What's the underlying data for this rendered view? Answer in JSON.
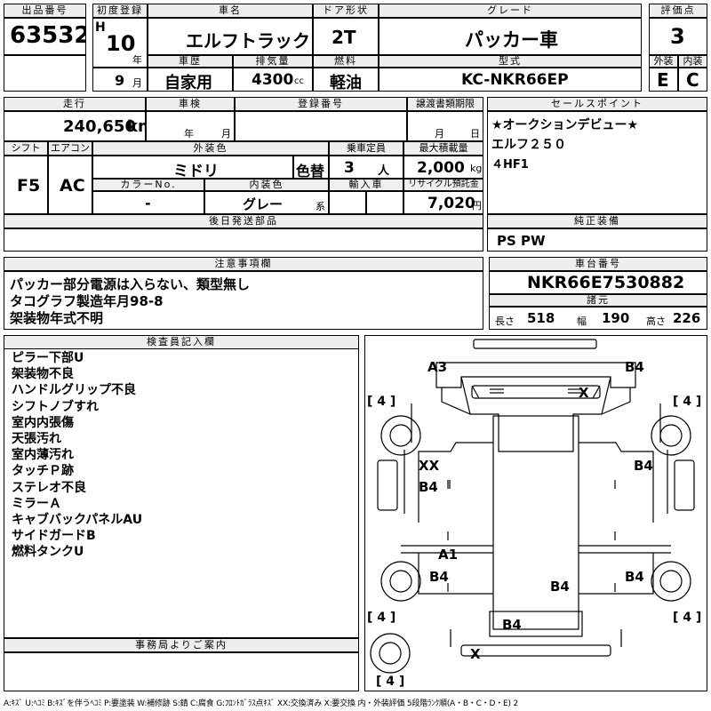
{
  "header": {
    "lot_no_label": "出品番号",
    "lot_no": "63532",
    "first_reg_label": "初度登録",
    "era_letter": "H",
    "year_num": "10",
    "year_unit": "年",
    "month_num": "9",
    "month_unit": "月",
    "car_name_label": "車名",
    "car_name": "エルフトラック",
    "door_label": "ドア形状",
    "door_value": "2T",
    "grade_label": "グレード",
    "grade_value": "パッカー車",
    "score_label": "評価点",
    "score_value": "3",
    "history_label": "車歴",
    "history_value": "自家用",
    "displacement_label": "排気量",
    "displacement_value": "4300",
    "displacement_unit": "cc",
    "fuel_label": "燃料",
    "fuel_value": "軽油",
    "model_label": "型式",
    "model_value": "KC-NKR66EP",
    "exterior_label": "外装",
    "exterior_value": "E",
    "interior_label": "内装",
    "interior_value": "C"
  },
  "row2": {
    "mileage_label": "走行",
    "mileage_value": "240,650",
    "mileage_unit": "km",
    "inspection_label": "車検",
    "inspection_year_unit": "年",
    "inspection_month_unit": "月",
    "regno_label": "登録番号",
    "deadline_label": "譲渡書類期限",
    "deadline_month_unit": "月",
    "deadline_day_unit": "日",
    "shift_label": "シフト",
    "shift_value": "F5",
    "ac_label": "エアコン",
    "ac_value": "AC",
    "ext_color_label": "外装色",
    "ext_color_value": "ミドリ",
    "color_change": "色替",
    "capacity_label": "乗車定員",
    "capacity_value": "3",
    "capacity_unit": "人",
    "load_label": "最大積載量",
    "load_value": "2,000",
    "load_unit": "kg",
    "color_no_label": "カラーNo.",
    "color_no_value": "-",
    "int_color_label": "内装色",
    "int_color_value": "グレー",
    "int_color_unit": "系",
    "import_label": "輸入車",
    "recycle_label": "リサイクル預託金",
    "recycle_value": "7,020",
    "recycle_unit": "円",
    "later_parts_label": "後日発送部品"
  },
  "sales": {
    "label": "セールスポイント",
    "lines": [
      "★オークションデビュー★",
      "エルフ２５０",
      "４HF1"
    ]
  },
  "equipment": {
    "label": "純正装備",
    "value": "PS PW"
  },
  "notes": {
    "label": "注意事項欄",
    "lines": [
      "パッカー部分電源は入らない、類型無し",
      "タコグラフ製造年月98-8",
      "架装物年式不明"
    ]
  },
  "chassis": {
    "label": "車台番号",
    "value": "NKR66E7530882",
    "dims_label": "諸元",
    "length_label": "長さ",
    "length_value": "518",
    "width_label": "幅",
    "width_value": "190",
    "height_label": "高さ",
    "height_value": "226"
  },
  "inspector": {
    "label": "検査員記入欄",
    "lines": [
      "ピラー下部U",
      "架装物不良",
      "ハンドルグリップ不良",
      "シフトノブすれ",
      "室内内張傷",
      "天張汚れ",
      "室内薄汚れ",
      "タッチＰ跡",
      "ステレオ不良",
      "ミラーＡ",
      "キャブバックパネルAU",
      "サイドガードB",
      "燃料タンクU"
    ]
  },
  "office": {
    "label": "事務局よりご案内"
  },
  "diagram": {
    "marks": {
      "a3": "A3",
      "b4_front_right": "B4",
      "x_windshield": "X",
      "xx_left": "XX",
      "b4_left_upper": "B4",
      "b4_right_upper": "B4",
      "a1": "A1",
      "b4_left_lower": "B4",
      "b4_center": "B4",
      "b4_right_lower": "B4",
      "b4_rear": "B4",
      "x_rear": "X"
    },
    "tires": {
      "front_left": "[ 4 ]",
      "front_right": "[ 4 ]",
      "rear_left": "[ 4 ]",
      "rear_right": "[ 4 ]",
      "spare": "[ 4 ]"
    }
  },
  "footer": {
    "legend": "A:ｷｽﾞ U:ﾍｺﾐ B:ｷｽﾞを伴うﾍｺﾐ P:要塗装 W:補修跡 S:錆 C:腐食 G:ﾌﾛﾝﾄｶﾞﾗｽ点ｷｽﾞ XX:交換済み X:要交換 内・外装評価 5段階ﾗﾝｸ順(A・B・C・D・E) 2"
  }
}
